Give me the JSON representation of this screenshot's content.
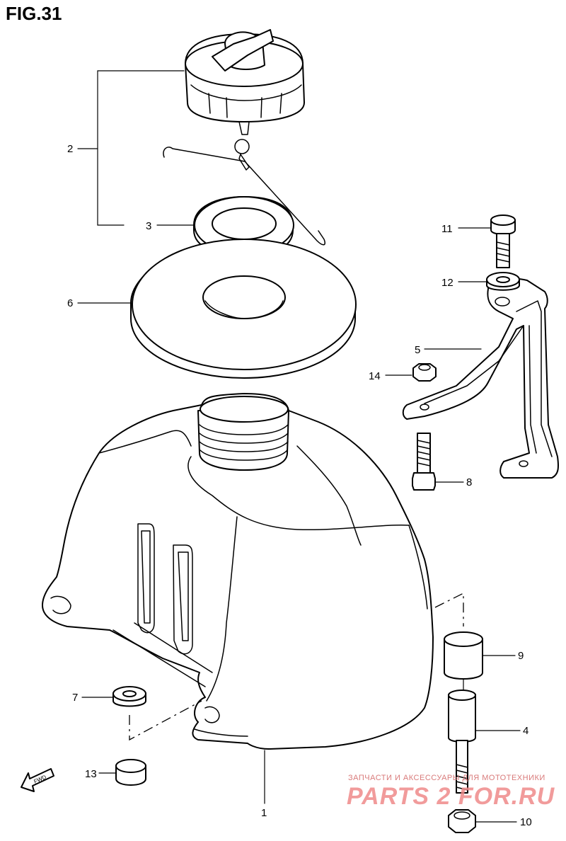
{
  "figure": {
    "title": "FIG.31",
    "fwd_label": "FWD"
  },
  "callouts": {
    "c1": "1",
    "c2": "2",
    "c3": "3",
    "c4": "4",
    "c5": "5",
    "c6": "6",
    "c7": "7",
    "c8": "8",
    "c9": "9",
    "c10": "10",
    "c11": "11",
    "c12": "12",
    "c13": "13",
    "c14": "14"
  },
  "watermark": {
    "line1": "ЗАПЧАСТИ И АКСЕССУАРЫ ДЛЯ МОТОТЕХНИКИ",
    "line2": "PARTS 2 FOR.RU"
  }
}
